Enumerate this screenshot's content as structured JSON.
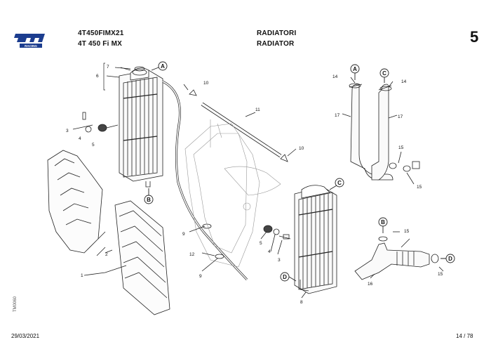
{
  "header": {
    "model_code": "4T450FIMX21",
    "model_name": "4T 450 Fi MX",
    "title_it": "RADIATORI",
    "title_en": "RADIATOR",
    "section_number": "5",
    "logo_text": "tm",
    "logo_sub": "RACING"
  },
  "footer": {
    "date": "29/03/2021",
    "page": "14 / 78",
    "drawing_code": "TM0060"
  },
  "labels": {
    "p1": "1",
    "p2": "2",
    "p3a": "3",
    "p3b": "3",
    "p4a": "4",
    "p4b": "4",
    "p5a": "5",
    "p5b": "5",
    "p6": "6",
    "p7": "7",
    "p8": "8",
    "p9a": "9",
    "p9b": "9",
    "p10a": "10",
    "p10b": "10",
    "p11": "11",
    "p12": "12",
    "p14a": "14",
    "p14b": "14",
    "p15a": "15",
    "p15b": "15",
    "p15c": "15",
    "p15d": "15",
    "p16": "16",
    "p17a": "17",
    "p17b": "17"
  },
  "callouts": {
    "A1": "A",
    "A2": "A",
    "B1": "B",
    "B2": "B",
    "C1": "C",
    "C2": "C",
    "D1": "D",
    "D2": "D"
  }
}
